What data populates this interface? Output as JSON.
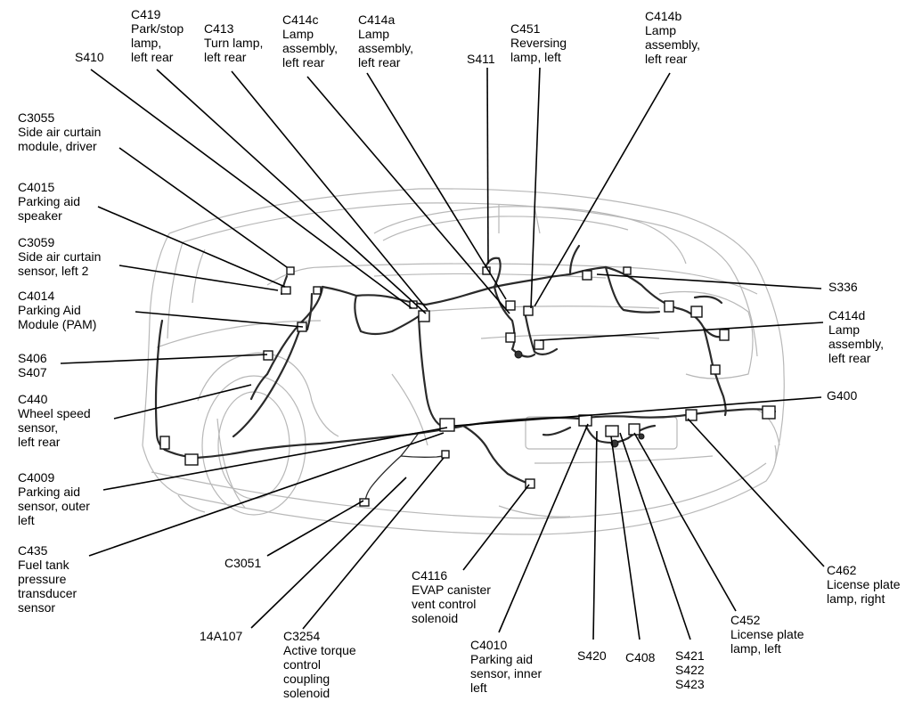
{
  "labels": {
    "c419": "C419\nPark/stop\nlamp,\nleft rear",
    "c413": "C413\nTurn lamp,\nleft rear",
    "c414c": "C414c\nLamp\nassembly,\nleft rear",
    "c414a": "C414a\nLamp\nassembly,\nleft rear",
    "c451": "C451\nReversing\nlamp, left",
    "c414b": "C414b\nLamp\nassembly,\nleft rear",
    "s410": "S410",
    "s411": "S411",
    "c3055": "C3055\nSide air curtain\nmodule, driver",
    "c4015": "C4015\nParking aid\nspeaker",
    "c3059": "C3059\nSide air curtain\nsensor, left 2",
    "c4014": "C4014\nParking Aid\nModule (PAM)",
    "s406_s407": "S406\nS407",
    "c440": "C440\nWheel speed\nsensor,\nleft rear",
    "c4009": "C4009\nParking aid\nsensor, outer\nleft",
    "c435": "C435\nFuel tank\npressure\ntransducer\nsensor",
    "c3051": "C3051",
    "p14a107": "14A107",
    "c3254": "C3254\nActive torque\ncontrol\ncoupling\nsolenoid",
    "c4116": "C4116\nEVAP canister\nvent control\nsolenoid",
    "c4010": "C4010\nParking aid\nsensor, inner\nleft",
    "s420": "S420",
    "c408": "C408",
    "s421_s423": "S421\nS422\nS423",
    "c452": "C452\nLicense plate\nlamp, left",
    "c462": "C462\nLicense plate\nlamp, right",
    "s336": "S336",
    "c414d": "C414d\nLamp\nassembly,\nleft rear",
    "g400": "G400"
  }
}
